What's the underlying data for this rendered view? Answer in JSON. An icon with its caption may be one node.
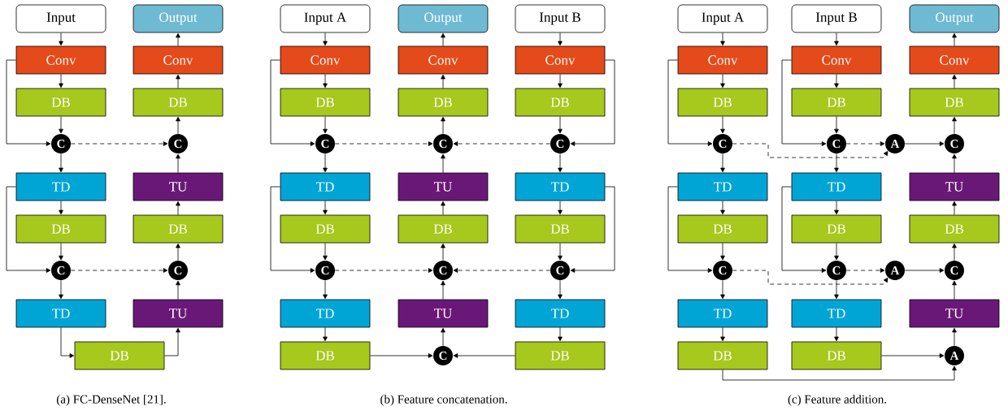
{
  "diagram": {
    "nodes": [
      {
        "text": [
          "Input"
        ]
      },
      {
        "text": [
          "Output"
        ]
      },
      {
        "text": [
          "Conv"
        ]
      },
      {
        "text": [
          "Conv"
        ]
      },
      {
        "text": [
          "DB"
        ]
      },
      {
        "text": [
          "DB"
        ]
      },
      {
        "text": [
          "C"
        ]
      },
      {
        "text": [
          "C"
        ]
      },
      {
        "text": [
          "TD"
        ]
      },
      {
        "text": [
          "TU"
        ]
      },
      {
        "text": [
          "DB"
        ]
      },
      {
        "text": [
          "DB"
        ]
      },
      {
        "text": [
          "C"
        ]
      },
      {
        "text": [
          "C"
        ]
      },
      {
        "text": [
          "TD"
        ]
      },
      {
        "text": [
          "TU"
        ]
      },
      {
        "text": [
          "DB"
        ]
      },
      {
        "text": [
          "Input A"
        ]
      },
      {
        "text": [
          "Output"
        ]
      },
      {
        "text": [
          "Input B"
        ]
      },
      {
        "text": [
          "Conv"
        ]
      },
      {
        "text": [
          "Conv"
        ]
      },
      {
        "text": [
          "Conv"
        ]
      },
      {
        "text": [
          "DB"
        ]
      },
      {
        "text": [
          "DB"
        ]
      },
      {
        "text": [
          "DB"
        ]
      },
      {
        "text": [
          "C"
        ]
      },
      {
        "text": [
          "C"
        ]
      },
      {
        "text": [
          "C"
        ]
      },
      {
        "text": [
          "TD"
        ]
      },
      {
        "text": [
          "TU"
        ]
      },
      {
        "text": [
          "TD"
        ]
      },
      {
        "text": [
          "DB"
        ]
      },
      {
        "text": [
          "DB"
        ]
      },
      {
        "text": [
          "DB"
        ]
      },
      {
        "text": [
          "C"
        ]
      },
      {
        "text": [
          "C"
        ]
      },
      {
        "text": [
          "C"
        ]
      },
      {
        "text": [
          "TD"
        ]
      },
      {
        "text": [
          "TU"
        ]
      },
      {
        "text": [
          "TD"
        ]
      },
      {
        "text": [
          "DB"
        ]
      },
      {
        "text": [
          "C"
        ]
      },
      {
        "text": [
          "DB"
        ]
      },
      {
        "text": [
          "Input A"
        ]
      },
      {
        "text": [
          "Input B"
        ]
      },
      {
        "text": [
          "Output"
        ]
      },
      {
        "text": [
          "Conv"
        ]
      },
      {
        "text": [
          "Conv"
        ]
      },
      {
        "text": [
          "Conv"
        ]
      },
      {
        "text": [
          "DB"
        ]
      },
      {
        "text": [
          "DB"
        ]
      },
      {
        "text": [
          "DB"
        ]
      },
      {
        "text": [
          "C"
        ]
      },
      {
        "text": [
          "C"
        ]
      },
      {
        "text": [
          "A"
        ]
      },
      {
        "text": [
          "C"
        ]
      },
      {
        "text": [
          "TD"
        ]
      },
      {
        "text": [
          "TD"
        ]
      },
      {
        "text": [
          "TU"
        ]
      },
      {
        "text": [
          "DB"
        ]
      },
      {
        "text": [
          "DB"
        ]
      },
      {
        "text": [
          "DB"
        ]
      },
      {
        "text": [
          "C"
        ]
      },
      {
        "text": [
          "C"
        ]
      },
      {
        "text": [
          "A"
        ]
      },
      {
        "text": [
          "C"
        ]
      },
      {
        "text": [
          "TD"
        ]
      },
      {
        "text": [
          "TD"
        ]
      },
      {
        "text": [
          "TU"
        ]
      },
      {
        "text": [
          "DB"
        ]
      },
      {
        "text": [
          "DB"
        ]
      },
      {
        "text": [
          "A"
        ]
      }
    ],
    "edges": [
      {
        "from": 0,
        "to": 2,
        "arrow": "to"
      },
      {
        "from": 2,
        "to": 4,
        "arrow": "to"
      },
      {
        "from": 4,
        "to": 6,
        "arrow": "to"
      },
      {
        "from": 2,
        "to": 6,
        "arrow": "to"
      },
      {
        "from": 6,
        "to": 8,
        "arrow": "to"
      },
      {
        "from": 6,
        "to": 7,
        "arrow": "to",
        "style": "dashed"
      },
      {
        "from": 8,
        "to": 10,
        "arrow": "to"
      },
      {
        "from": 10,
        "to": 12,
        "arrow": "to"
      },
      {
        "from": 8,
        "to": 12,
        "arrow": "to"
      },
      {
        "from": 12,
        "to": 14,
        "arrow": "to"
      },
      {
        "from": 12,
        "to": 13,
        "arrow": "to",
        "style": "dashed"
      },
      {
        "from": 14,
        "to": 16,
        "arrow": "to"
      },
      {
        "from": 16,
        "to": 15,
        "arrow": "to"
      },
      {
        "from": 15,
        "to": 13,
        "arrow": "to"
      },
      {
        "from": 13,
        "to": 11,
        "arrow": "to"
      },
      {
        "from": 11,
        "to": 9,
        "arrow": "to"
      },
      {
        "from": 9,
        "to": 7,
        "arrow": "to"
      },
      {
        "from": 7,
        "to": 5,
        "arrow": "to"
      },
      {
        "from": 5,
        "to": 3,
        "arrow": "to"
      },
      {
        "from": 3,
        "to": 1,
        "arrow": "to"
      },
      {
        "from": 17,
        "to": 20,
        "arrow": "to"
      },
      {
        "from": 20,
        "to": 23,
        "arrow": "to"
      },
      {
        "from": 23,
        "to": 26,
        "arrow": "to"
      },
      {
        "from": 20,
        "to": 26,
        "arrow": "to"
      },
      {
        "from": 26,
        "to": 29,
        "arrow": "to"
      },
      {
        "from": 26,
        "to": 27,
        "arrow": "to",
        "style": "dashed"
      },
      {
        "from": 29,
        "to": 32,
        "arrow": "to"
      },
      {
        "from": 32,
        "to": 35,
        "arrow": "to"
      },
      {
        "from": 29,
        "to": 35,
        "arrow": "to"
      },
      {
        "from": 35,
        "to": 38,
        "arrow": "to"
      },
      {
        "from": 35,
        "to": 36,
        "arrow": "to",
        "style": "dashed"
      },
      {
        "from": 38,
        "to": 41,
        "arrow": "to"
      },
      {
        "from": 41,
        "to": 42,
        "arrow": "to"
      },
      {
        "from": 19,
        "to": 22,
        "arrow": "to"
      },
      {
        "from": 22,
        "to": 25,
        "arrow": "to"
      },
      {
        "from": 25,
        "to": 28,
        "arrow": "to"
      },
      {
        "from": 22,
        "to": 28,
        "arrow": "to"
      },
      {
        "from": 28,
        "to": 31,
        "arrow": "to"
      },
      {
        "from": 28,
        "to": 27,
        "arrow": "to",
        "style": "dashed"
      },
      {
        "from": 31,
        "to": 34,
        "arrow": "to"
      },
      {
        "from": 34,
        "to": 37,
        "arrow": "to"
      },
      {
        "from": 31,
        "to": 37,
        "arrow": "to"
      },
      {
        "from": 37,
        "to": 40,
        "arrow": "to"
      },
      {
        "from": 37,
        "to": 36,
        "arrow": "to",
        "style": "dashed"
      },
      {
        "from": 40,
        "to": 43,
        "arrow": "to"
      },
      {
        "from": 43,
        "to": 42,
        "arrow": "to"
      },
      {
        "from": 42,
        "to": 39,
        "arrow": "to"
      },
      {
        "from": 39,
        "to": 36,
        "arrow": "to"
      },
      {
        "from": 36,
        "to": 33,
        "arrow": "to"
      },
      {
        "from": 33,
        "to": 30,
        "arrow": "to"
      },
      {
        "from": 30,
        "to": 27,
        "arrow": "to"
      },
      {
        "from": 27,
        "to": 24,
        "arrow": "to"
      },
      {
        "from": 24,
        "to": 21,
        "arrow": "to"
      },
      {
        "from": 21,
        "to": 18,
        "arrow": "to"
      },
      {
        "from": 44,
        "to": 47,
        "arrow": "to"
      },
      {
        "from": 47,
        "to": 50,
        "arrow": "to"
      },
      {
        "from": 50,
        "to": 53,
        "arrow": "to"
      },
      {
        "from": 47,
        "to": 53,
        "arrow": "to"
      },
      {
        "from": 53,
        "to": 57,
        "arrow": "to"
      },
      {
        "from": 53,
        "to": 55,
        "arrow": "to",
        "style": "dashed"
      },
      {
        "from": 57,
        "to": 60,
        "arrow": "to"
      },
      {
        "from": 60,
        "to": 63,
        "arrow": "to"
      },
      {
        "from": 57,
        "to": 63,
        "arrow": "to"
      },
      {
        "from": 63,
        "to": 67,
        "arrow": "to"
      },
      {
        "from": 63,
        "to": 65,
        "arrow": "to",
        "style": "dashed"
      },
      {
        "from": 67,
        "to": 70,
        "arrow": "to"
      },
      {
        "from": 70,
        "to": 72,
        "arrow": "to"
      },
      {
        "from": 45,
        "to": 48,
        "arrow": "to"
      },
      {
        "from": 48,
        "to": 51,
        "arrow": "to"
      },
      {
        "from": 51,
        "to": 54,
        "arrow": "to"
      },
      {
        "from": 48,
        "to": 54,
        "arrow": "to"
      },
      {
        "from": 54,
        "to": 58,
        "arrow": "to"
      },
      {
        "from": 54,
        "to": 55,
        "arrow": "to",
        "style": "dashed"
      },
      {
        "from": 58,
        "to": 61,
        "arrow": "to"
      },
      {
        "from": 61,
        "to": 64,
        "arrow": "to"
      },
      {
        "from": 58,
        "to": 64,
        "arrow": "to"
      },
      {
        "from": 64,
        "to": 68,
        "arrow": "to"
      },
      {
        "from": 64,
        "to": 65,
        "arrow": "to",
        "style": "dashed"
      },
      {
        "from": 68,
        "to": 71,
        "arrow": "to"
      },
      {
        "from": 71,
        "to": 72,
        "arrow": "to"
      },
      {
        "from": 55,
        "to": 56,
        "arrow": "to"
      },
      {
        "from": 65,
        "to": 66,
        "arrow": "to"
      },
      {
        "from": 72,
        "to": 69,
        "arrow": "to"
      },
      {
        "from": 69,
        "to": 66,
        "arrow": "to"
      },
      {
        "from": 66,
        "to": 62,
        "arrow": "to"
      },
      {
        "from": 62,
        "to": 59,
        "arrow": "to"
      },
      {
        "from": 59,
        "to": 56,
        "arrow": "to"
      },
      {
        "from": 56,
        "to": 52,
        "arrow": "to"
      },
      {
        "from": 52,
        "to": 49,
        "arrow": "to"
      },
      {
        "from": 49,
        "to": 46,
        "arrow": "to"
      }
    ],
    "labels": [
      "(a) FC-DenseNet [21].",
      "(b) Feature concatenation.",
      "(c) Feature addition."
    ]
  }
}
